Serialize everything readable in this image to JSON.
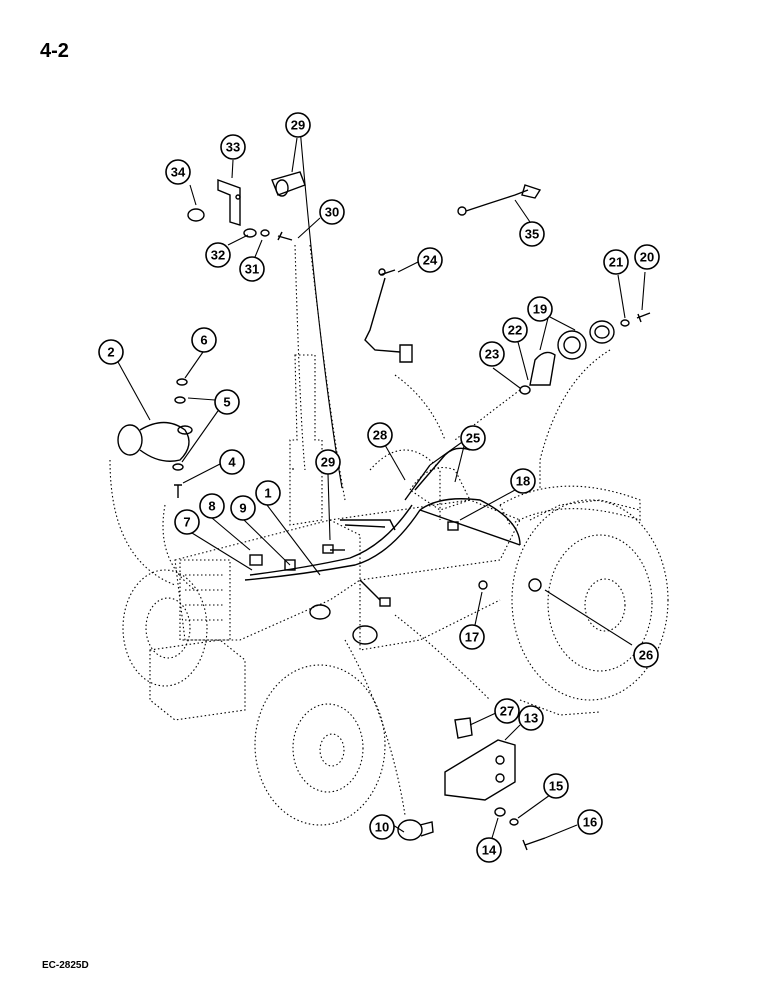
{
  "page": {
    "number": "4-2",
    "reference_code": "EC-2825D"
  },
  "callouts": [
    {
      "id": "c2",
      "label": "2"
    },
    {
      "id": "c6",
      "label": "6"
    },
    {
      "id": "c5",
      "label": "5"
    },
    {
      "id": "c4",
      "label": "4"
    },
    {
      "id": "c34",
      "label": "34"
    },
    {
      "id": "c33",
      "label": "33"
    },
    {
      "id": "c29a",
      "label": "29"
    },
    {
      "id": "c30",
      "label": "30"
    },
    {
      "id": "c32",
      "label": "32"
    },
    {
      "id": "c31",
      "label": "31"
    },
    {
      "id": "c35",
      "label": "35"
    },
    {
      "id": "c24",
      "label": "24"
    },
    {
      "id": "c21",
      "label": "21"
    },
    {
      "id": "c20",
      "label": "20"
    },
    {
      "id": "c19",
      "label": "19"
    },
    {
      "id": "c22",
      "label": "22"
    },
    {
      "id": "c23",
      "label": "23"
    },
    {
      "id": "c28",
      "label": "28"
    },
    {
      "id": "c25",
      "label": "25"
    },
    {
      "id": "c29b",
      "label": "29"
    },
    {
      "id": "c1",
      "label": "1"
    },
    {
      "id": "c8",
      "label": "8"
    },
    {
      "id": "c9",
      "label": "9"
    },
    {
      "id": "c7",
      "label": "7"
    },
    {
      "id": "c18",
      "label": "18"
    },
    {
      "id": "c17",
      "label": "17"
    },
    {
      "id": "c26",
      "label": "26"
    },
    {
      "id": "c27",
      "label": "27"
    },
    {
      "id": "c13",
      "label": "13"
    },
    {
      "id": "c10",
      "label": "10"
    },
    {
      "id": "c15",
      "label": "15"
    },
    {
      "id": "c14",
      "label": "14"
    },
    {
      "id": "c16",
      "label": "16"
    }
  ]
}
